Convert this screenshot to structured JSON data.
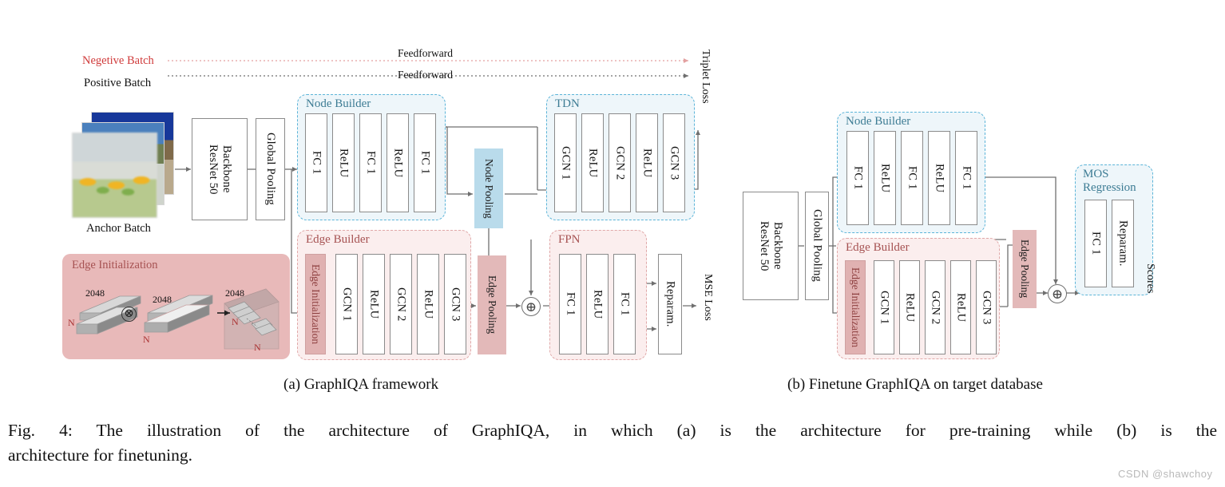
{
  "figure": {
    "caption_line1": "Fig. 4: The illustration of the architecture of GraphIQA, in which (a) is the architecture for pre-training while (b) is the",
    "caption_line2": "architecture for finetuning.",
    "watermark": "CSDN @shawchoy",
    "subcaption_a": "(a) GraphIQA framework",
    "subcaption_b": "(b) Finetune GraphIQA on target database"
  },
  "colors": {
    "node_group_fill": "#eef6fa",
    "node_group_border": "#5bb4d8",
    "node_group_title": "#3d7c94",
    "edge_group_fill": "#fbeeee",
    "edge_group_border": "#e0a8a8",
    "edge_group_title": "#a65252",
    "node_pooling_fill": "#b9dbeb",
    "edge_pooling_fill": "#e3b9b9",
    "edge_init_fill": "#e0b1b1",
    "edge_init_panel_fill": "#e8b9b9",
    "negative_label": "#d03b3b",
    "wire": "#6f6f6f"
  },
  "panel_a": {
    "batch_labels": {
      "negative": "Negetive Batch",
      "positive": "Positive Batch",
      "anchor": "Anchor Batch"
    },
    "feedforward_top": "Feedforward",
    "feedforward_bottom": "Feedforward",
    "triplet_loss": "Triplet Loss",
    "mse_loss": "MSE Loss",
    "backbone": "ResNet 50\nBackbone",
    "backbone_line1": "ResNet 50",
    "backbone_line2": "Backbone",
    "global_pooling": "Global Pooling",
    "node_builder": {
      "title": "Node Builder",
      "cells": [
        "FC 1",
        "ReLU",
        "FC 1",
        "ReLU",
        "FC 1"
      ]
    },
    "edge_builder": {
      "title": "Edge Builder",
      "init_cell": "Edge Initialization",
      "cells": [
        "GCN 1",
        "ReLU",
        "GCN 2",
        "ReLU",
        "GCN 3"
      ]
    },
    "tdn": {
      "title": "TDN",
      "cells": [
        "GCN 1",
        "ReLU",
        "GCN 2",
        "ReLU",
        "GCN 3"
      ]
    },
    "fpn": {
      "title": "FPN",
      "cells": [
        "FC 1",
        "ReLU",
        "FC 1"
      ]
    },
    "node_pooling": "Node Pooling",
    "edge_pooling": "Edge Pooling",
    "reparam": "Reparam.",
    "edge_initialization": {
      "title": "Edge Initialization",
      "dim_left": "2048",
      "n_left": "N",
      "dim_mid": "2048",
      "n_mid": "N",
      "dim_right": "2048",
      "n_right_left": "N",
      "n_right_bottom": "N",
      "operator": "⊗",
      "arrow": "→"
    },
    "sum_operator": "⊕"
  },
  "panel_b": {
    "backbone_line1": "ResNet 50",
    "backbone_line2": "Backbone",
    "global_pooling": "Global Pooling",
    "node_builder": {
      "title": "Node Builder",
      "cells": [
        "FC 1",
        "ReLU",
        "FC 1",
        "ReLU",
        "FC 1"
      ]
    },
    "edge_builder": {
      "title": "Edge Builder",
      "init_cell": "Edge Initialization",
      "cells": [
        "GCN 1",
        "ReLU",
        "GCN 2",
        "ReLU",
        "GCN 3"
      ]
    },
    "edge_pooling": "Edge Pooling",
    "mos_regression": {
      "title_line1": "MOS",
      "title_line2": "Regression",
      "cells": [
        "FC 1",
        "Reparam."
      ]
    },
    "scores": "Scores",
    "sum_operator": "⊕"
  }
}
